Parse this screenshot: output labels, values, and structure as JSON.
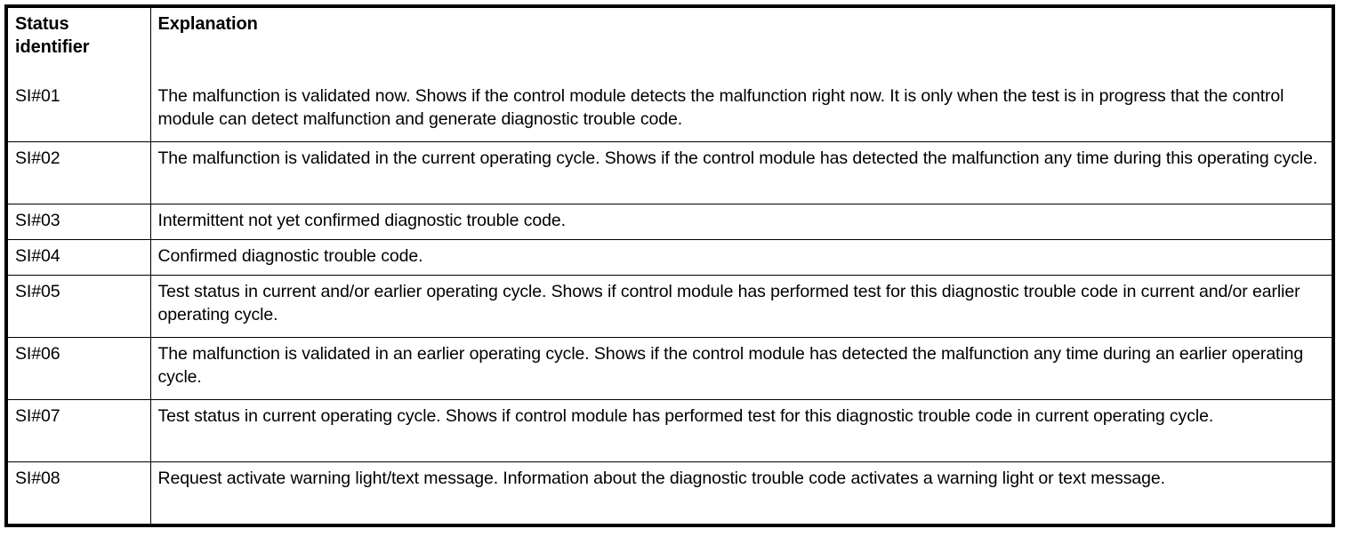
{
  "table": {
    "columns": [
      {
        "key": "status_identifier",
        "label": "Status\nidentifier"
      },
      {
        "key": "explanation",
        "label": "Explanation"
      }
    ],
    "header": {
      "status_identifier": "Status identifier",
      "status_identifier_line1": "Status",
      "status_identifier_line2": "identifier",
      "explanation": "Explanation"
    },
    "rows": [
      {
        "id": "SI#01",
        "explanation": "The malfunction is validated now. Shows if the control module detects the malfunction right now. It is only when the test is in progress that the control module can detect malfunction and generate diagnostic trouble code."
      },
      {
        "id": "SI#02",
        "explanation": "The malfunction is validated in the current operating cycle. Shows if the control module has detected the malfunction any time during this operating cycle."
      },
      {
        "id": "SI#03",
        "explanation": "Intermittent not yet confirmed diagnostic trouble code."
      },
      {
        "id": "SI#04",
        "explanation": "Confirmed diagnostic trouble code."
      },
      {
        "id": "SI#05",
        "explanation": "Test status in current and/or earlier operating cycle. Shows if control module has performed test for this diagnostic trouble code in current and/or earlier operating cycle."
      },
      {
        "id": "SI#06",
        "explanation": "The malfunction is validated in an earlier operating cycle. Shows if the control module has detected the malfunction any time during an earlier operating cycle."
      },
      {
        "id": "SI#07",
        "explanation": "Test status in current operating cycle. Shows if control module has performed test for this diagnostic trouble code in current operating cycle."
      },
      {
        "id": "SI#08",
        "explanation": "Request activate warning light/text message. Information about the diagnostic trouble code activates a warning light or text message."
      }
    ]
  },
  "colors": {
    "background": "#ffffff",
    "text": "#000000",
    "border": "#000000"
  }
}
